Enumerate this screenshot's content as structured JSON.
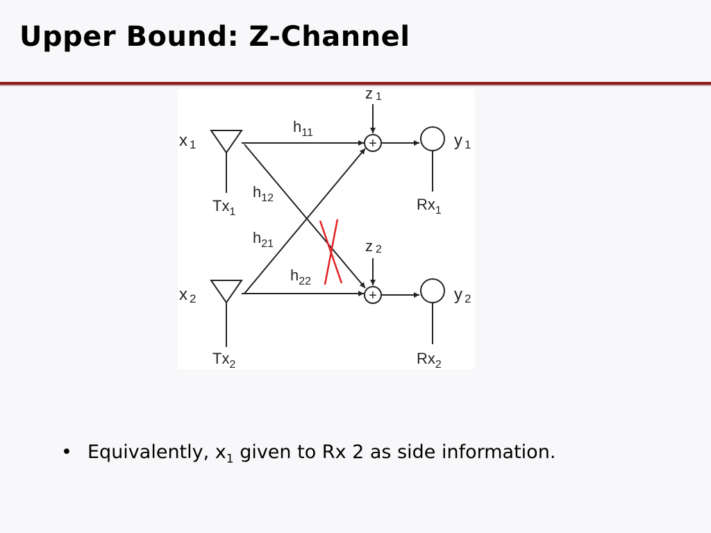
{
  "slide": {
    "title": "Upper Bound: Z-Channel"
  },
  "diagram": {
    "inputs": [
      {
        "var": "x",
        "sub": "1"
      },
      {
        "var": "x",
        "sub": "2"
      }
    ],
    "transmitters": [
      {
        "base": "Tx",
        "sub": "1"
      },
      {
        "base": "Tx",
        "sub": "2"
      }
    ],
    "receivers": [
      {
        "base": "Rx",
        "sub": "1"
      },
      {
        "base": "Rx",
        "sub": "2"
      }
    ],
    "outputs": [
      {
        "var": "y",
        "sub": "1"
      },
      {
        "var": "y",
        "sub": "2"
      }
    ],
    "noise": [
      {
        "var": "z",
        "sub": "1"
      },
      {
        "var": "z",
        "sub": "2"
      }
    ],
    "gains": [
      {
        "var": "h",
        "sub": "11"
      },
      {
        "var": "h",
        "sub": "12"
      },
      {
        "var": "h",
        "sub": "21"
      },
      {
        "var": "h",
        "sub": "22"
      }
    ],
    "adder_symbol": "+",
    "crossed_link": "h12",
    "cross_mark_color": "#e02020"
  },
  "bullet": {
    "symbol": "•",
    "before": "Equivalently, x",
    "sub": "1",
    "after": " given to Rx 2 as side information."
  }
}
